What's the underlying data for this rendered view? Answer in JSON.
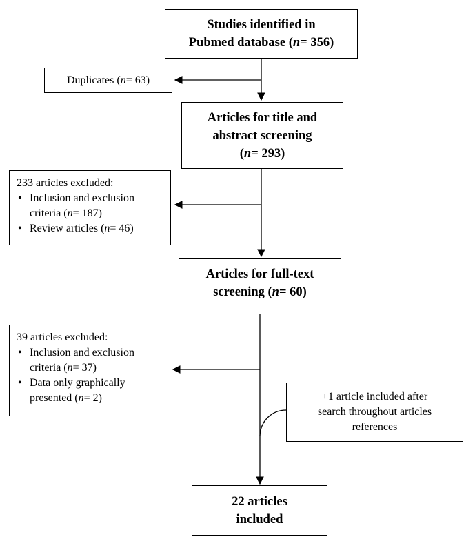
{
  "identified": {
    "line1": "Studies identified in",
    "line2_pre": "Pubmed database (",
    "n": "n",
    "line2_post": "= 356)"
  },
  "duplicates": {
    "pre": "Duplicates (",
    "n": "n",
    "post": "= 63)"
  },
  "screening": {
    "line1": "Articles for title and",
    "line2": "abstract screening",
    "line3_pre": "(",
    "n": "n",
    "line3_post": "= 293)"
  },
  "excluded1": {
    "title": "233 articles excluded:",
    "item1_line1": "Inclusion and exclusion",
    "item1_line2_pre": "criteria (",
    "n": "n",
    "item1_line2_post": "= 187)",
    "item2_pre": "Review articles (",
    "item2_post": "= 46)"
  },
  "fulltext": {
    "line1": "Articles for full-text",
    "line2_pre": "screening (",
    "n": "n",
    "line2_post": "= 60)"
  },
  "excluded2": {
    "title": "39 articles excluded:",
    "item1_line1": "Inclusion and exclusion",
    "item1_line2_pre": "criteria (",
    "n": "n",
    "item1_line2_post": "= 37)",
    "item2_line1": "Data only graphically",
    "item2_line2_pre": "presented (",
    "item2_line2_post": "= 2)"
  },
  "added": {
    "line1": "+1 article included after",
    "line2": "search throughout articles",
    "line3": "references"
  },
  "included": {
    "line1": "22 articles",
    "line2": "included"
  }
}
